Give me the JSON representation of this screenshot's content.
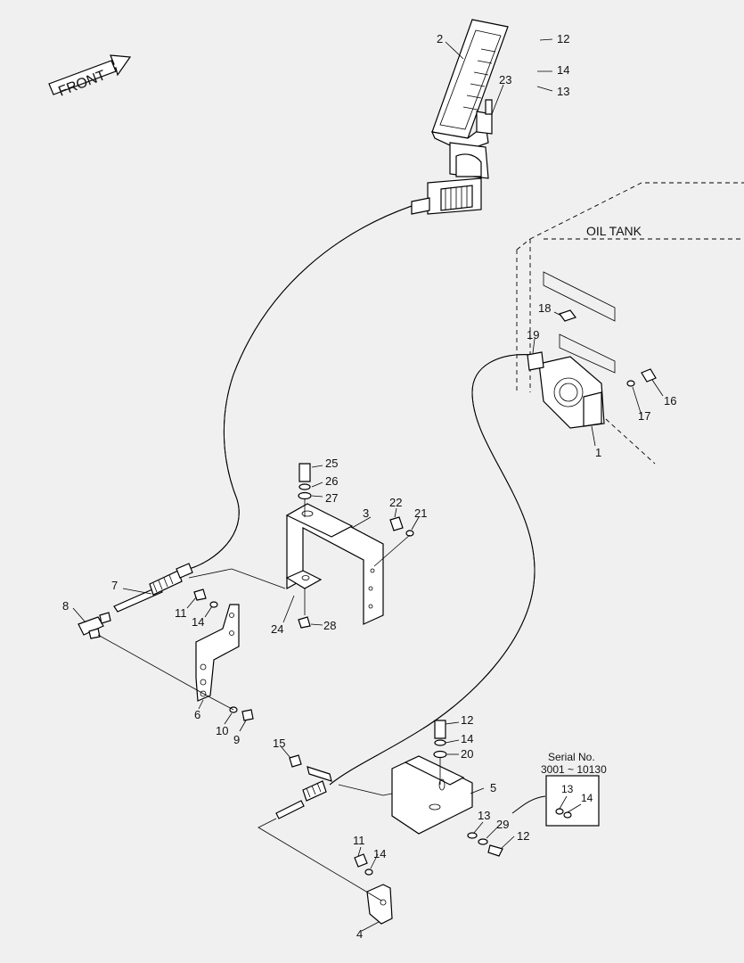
{
  "front_label": "FRONT",
  "oil_tank_label": "OIL TANK",
  "serial_box": {
    "title": "Serial No.",
    "range": "3001 ~ 10130",
    "part_a": "13",
    "part_b": "14"
  },
  "callouts": {
    "c1": "1",
    "c2": "2",
    "c3": "3",
    "c4": "4",
    "c5": "5",
    "c6": "6",
    "c7": "7",
    "c8": "8",
    "c9": "9",
    "c10": "10",
    "c11a": "11",
    "c11b": "11",
    "c12a": "12",
    "c12b": "12",
    "c12c": "12",
    "c13a": "13",
    "c13b": "13",
    "c14a": "14",
    "c14b": "14",
    "c14c": "14",
    "c14d": "14",
    "c15": "15",
    "c16": "16",
    "c17": "17",
    "c18": "18",
    "c19": "19",
    "c20": "20",
    "c21": "21",
    "c22": "22",
    "c23": "23",
    "c24": "24",
    "c25": "25",
    "c26": "26",
    "c27": "27",
    "c28": "28",
    "c29": "29"
  }
}
